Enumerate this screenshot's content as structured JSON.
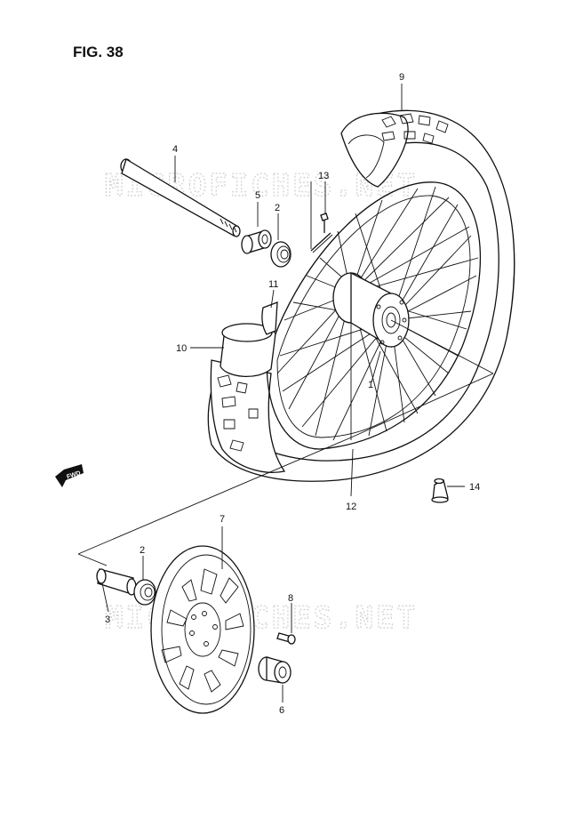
{
  "figure": {
    "title": "FIG. 38"
  },
  "watermarks": [
    "MICROFICHES.NET",
    "MICROFICHES.NET"
  ],
  "direction": {
    "label": "FWD"
  },
  "callouts": {
    "c1": "1",
    "c2a": "2",
    "c2b": "2",
    "c3": "3",
    "c4": "4",
    "c5": "5",
    "c6": "6",
    "c7": "7",
    "c8": "8",
    "c9": "9",
    "c10": "10",
    "c11": "11",
    "c12": "12",
    "c13": "13",
    "c14": "14"
  }
}
